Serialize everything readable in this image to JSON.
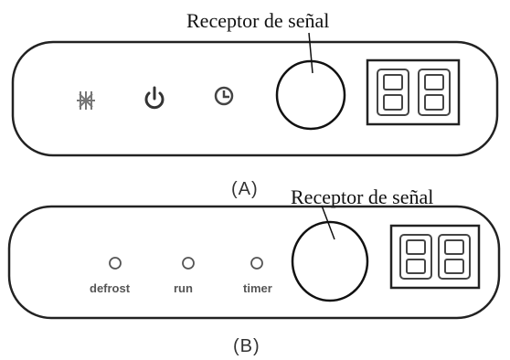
{
  "callout_a": "Receptor de señal",
  "callout_b": "Receptor de señal",
  "panel_a": {
    "label": "(A)",
    "icons": [
      "snowflake-icon",
      "power-icon",
      "clock-icon"
    ],
    "display": "88"
  },
  "panel_b": {
    "label": "(B)",
    "leds": [
      "defrost",
      "run",
      "timer"
    ],
    "display": "88"
  }
}
